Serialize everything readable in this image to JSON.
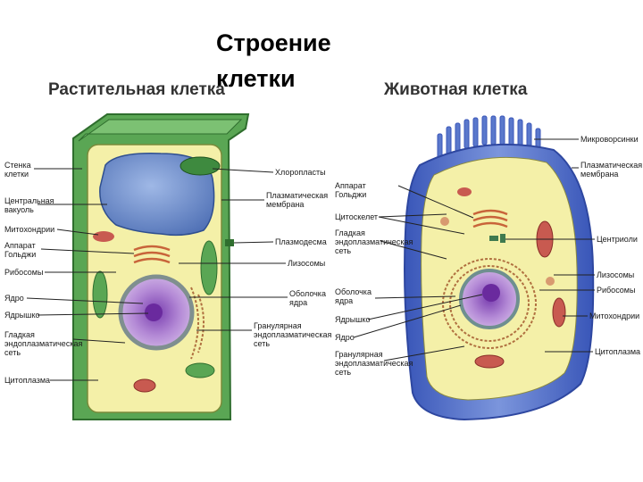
{
  "title": "Строение клетки",
  "plant": {
    "heading": "Растительная клетка",
    "labels": {
      "cell_wall": "Стенка клетки",
      "central_vacuole": "Центральная вакуоль",
      "mitochondria": "Митохондрии",
      "golgi": "Аппарат Гольджи",
      "ribosomes": "Рибосомы",
      "nucleus": "Ядро",
      "nucleolus": "Ядрышко",
      "smooth_er": "Гладкая эндоплазматическая сеть",
      "cytoplasm": "Цитоплазма",
      "chloroplasts": "Хлоропласты",
      "plasma_membrane": "Плазматическая мембрана",
      "plasmodesma": "Плазмодесма",
      "lysosomes": "Лизосомы",
      "nuclear_envelope": "Оболочка ядра",
      "rough_er": "Гранулярная эндоплазматическая сеть"
    }
  },
  "animal": {
    "heading": "Животная клетка",
    "labels": {
      "microvilli": "Микроворсинки",
      "plasma_membrane": "Плазматическая мембрана",
      "golgi": "Аппарат Гольджи",
      "cytoskeleton": "Цитоскелет",
      "smooth_er": "Гладкая эндоплазматическая сеть",
      "centrioles": "Центриоли",
      "lysosomes": "Лизосомы",
      "ribosomes": "Рибосомы",
      "mitochondria": "Митохондрии",
      "nuclear_envelope": "Оболочка ядра",
      "nucleolus": "Ядрышко",
      "nucleus": "Ядро",
      "rough_er": "Гранулярная эндоплазматическая сеть",
      "cytoplasm": "Цитоплазма"
    }
  },
  "colors": {
    "cell_wall": "#4e9a4a",
    "cytoplasm": "#f4f0a8",
    "vacuole": "#5f82c0",
    "nucleus": "#b48ad6",
    "animal_membrane": "#4d6fc8"
  }
}
